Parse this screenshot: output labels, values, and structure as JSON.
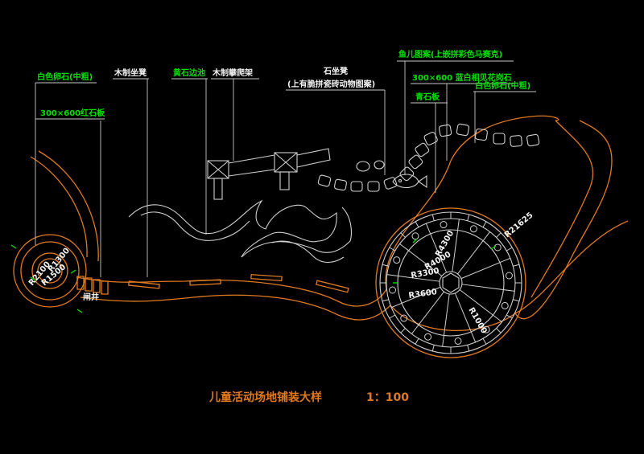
{
  "drawing": {
    "title": "儿童活动场地铺装大样",
    "scale": "1：100",
    "colors": {
      "background": "#000000",
      "path_line": "#e07a20",
      "leader": "#c8c8c8",
      "label_green": "#00e000",
      "label_white": "#f2f2f2",
      "title_orange": "#e07a20"
    }
  },
  "labels": {
    "pebble_white_left": "白色卵石(中粗)",
    "slab_red": "300×600红石板",
    "wood_bench": "木制坐凳",
    "yellow_stone_edge": "黄石边池",
    "wood_climbing_frame": "木制攀爬架",
    "stone_seat": "石坐凳",
    "stone_seat_note": "(上有脆拼瓷砖动物图案)",
    "fish_pattern": "鱼儿图案(上嵌拼彩色马赛克)",
    "slab_blue": "300×600 蓝白相见花岗石",
    "blue_stone_slab": "青石板",
    "pebble_white_right": "白色卵石(中粗)",
    "manhole": "闸井"
  },
  "dimensions": {
    "left_circle": [
      "R2100",
      "R1300",
      "R1500"
    ],
    "right_circle": [
      "R4300",
      "R4000",
      "R3300",
      "R3600",
      "R1000"
    ],
    "outer_arc": "R21625"
  }
}
